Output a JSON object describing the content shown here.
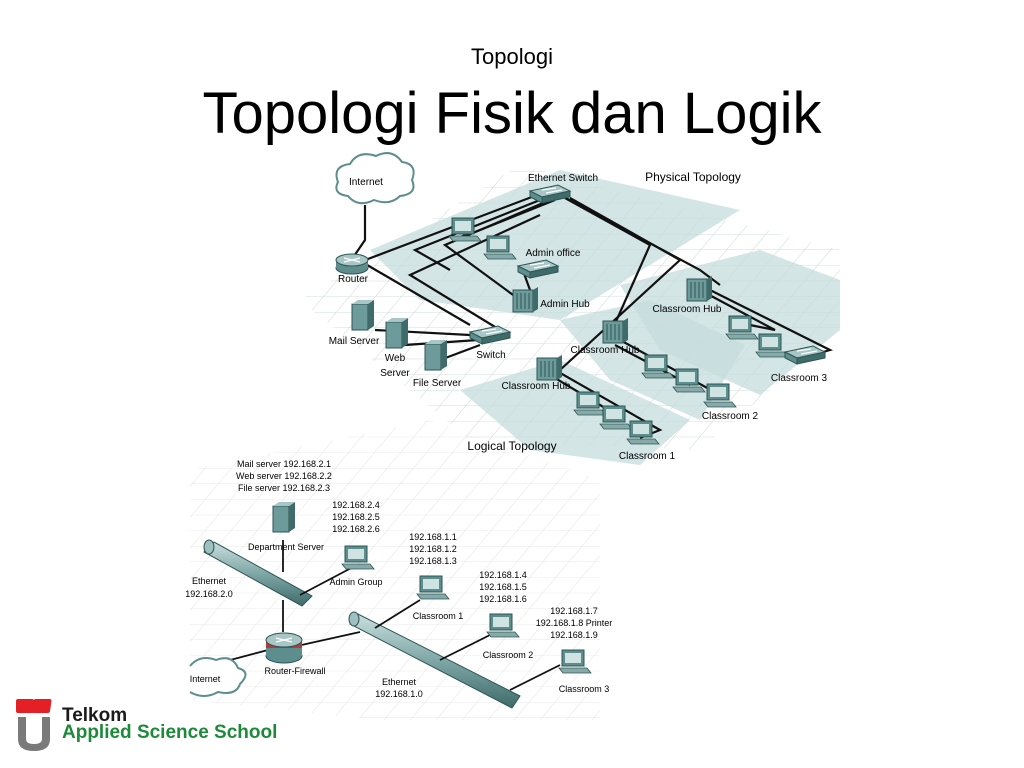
{
  "slide": {
    "subtitle": "Topologi",
    "title": "Topologi Fisik dan Logik"
  },
  "physical": {
    "heading": "Physical Topology",
    "internet": "Internet",
    "ethernet_switch": "Ethernet Switch",
    "router": "Router",
    "admin_office": "Admin office",
    "admin_hub": "Admin Hub",
    "mail_server": "Mail Server",
    "web_server_1": "Web",
    "web_server_2": "Server",
    "file_server": "File Server",
    "switch": "Switch",
    "classroom_hub": "Classroom Hub",
    "classroom_1": "Classroom 1",
    "classroom_2": "Classroom 2",
    "classroom_3": "Classroom 3"
  },
  "logical": {
    "heading": "Logical Topology",
    "servers": [
      "Mail server 192.168.2.1",
      "Web server 192.168.2.2",
      "File server 192.168.2.3"
    ],
    "department_server": "Department Server",
    "admin_ips": [
      "192.168.2.4",
      "192.168.2.5",
      "192.168.2.6"
    ],
    "admin_group": "Admin Group",
    "ethernet_2": [
      "Ethernet",
      "192.168.2.0"
    ],
    "class1_ips": [
      "192.168.1.1",
      "192.168.1.2",
      "192.168.1.3"
    ],
    "class1": "Classroom 1",
    "class2_ips": [
      "192.168.1.4",
      "192.168.1.5",
      "192.168.1.6"
    ],
    "class2": "Classroom 2",
    "class3_ips": [
      "192.168.1.7",
      "192.168.1.8 Printer",
      "192.168.1.9"
    ],
    "class3": "Classroom 3",
    "router_firewall": "Router-Firewall",
    "internet": "Internet",
    "ethernet_1": [
      "Ethernet",
      "192.168.1.0"
    ]
  },
  "logo": {
    "name": "Telkom",
    "tagline": "Applied Science School",
    "colors": {
      "red": "#e41f26",
      "gray": "#7a7a7a",
      "green": "#1d8a3a"
    }
  }
}
